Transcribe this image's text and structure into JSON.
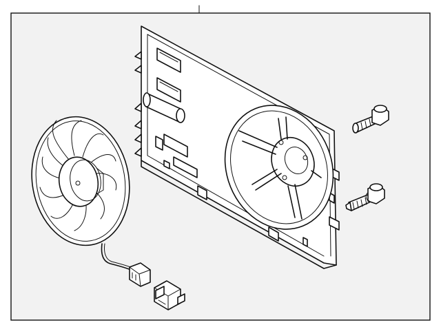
{
  "diagram": {
    "background_color": "#ffffff",
    "panel_color": "#f2f2f2",
    "line_color": "#111111",
    "parts": [
      {
        "name": "fan-shroud",
        "icon": "shroud-frame"
      },
      {
        "name": "fan-assembly",
        "icon": "fan-blades"
      },
      {
        "name": "wiring-harness",
        "icon": "wire-connector"
      },
      {
        "name": "connector",
        "icon": "plug"
      },
      {
        "name": "bolt-upper",
        "icon": "bolt"
      },
      {
        "name": "bolt-lower",
        "icon": "bolt"
      }
    ]
  }
}
